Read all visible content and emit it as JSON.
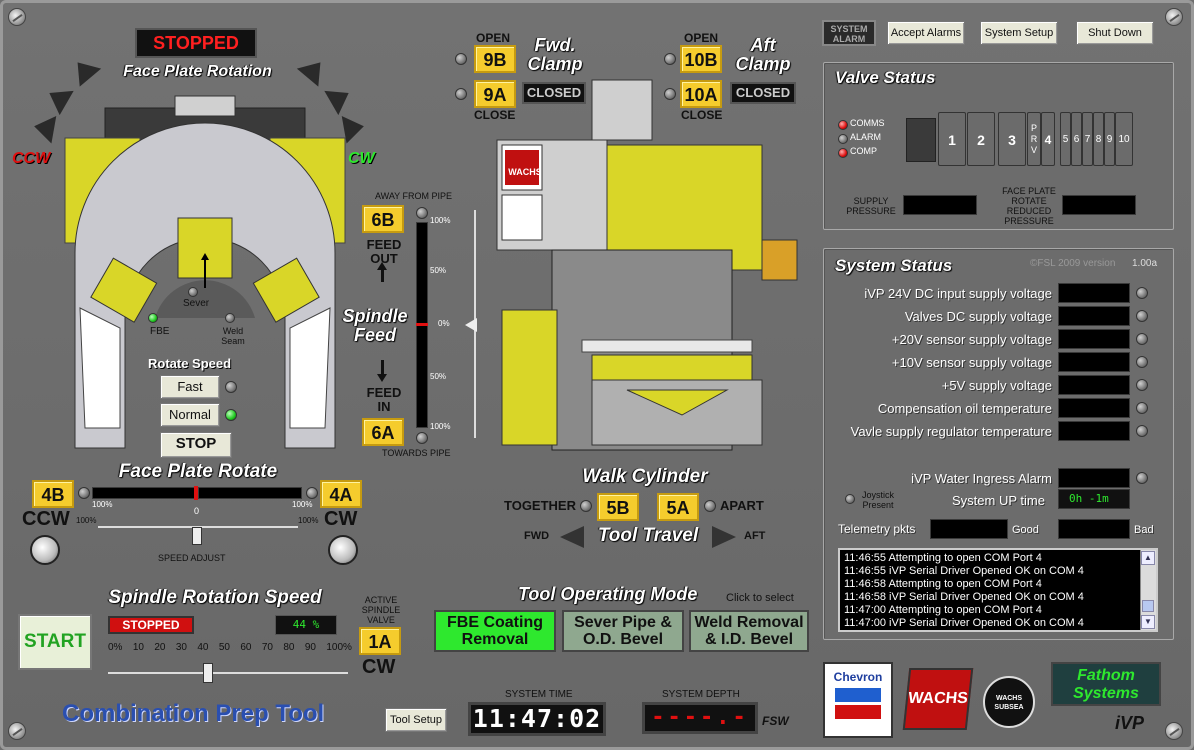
{
  "colors": {
    "accent_yellow": "#f5cc2d",
    "status_red": "#e01010",
    "status_green": "#1fc81f",
    "panel_gray": "#6e6e6e"
  },
  "face_plate": {
    "status": "STOPPED",
    "title": "Face Plate Rotation",
    "ccw": "CCW",
    "cw": "CW",
    "sever": "Sever",
    "fbe": "FBE",
    "weld_seam": "Weld Seam",
    "rotate_speed_title": "Rotate Speed",
    "fast": "Fast",
    "normal": "Normal",
    "stop": "STOP",
    "rotate_title": "Face Plate Rotate",
    "btn_4b": "4B",
    "btn_4a": "4A",
    "ccw_big": "CCW",
    "cw_big": "CW",
    "pct_left": "100%",
    "pct_right": "100%",
    "zero": "0",
    "pct_left2": "100%",
    "pct_right2": "100%",
    "speed_adjust": "SPEED ADJUST"
  },
  "spindle_feed": {
    "away": "AWAY FROM PIPE",
    "towards": "TOWARDS PIPE",
    "btn_6b": "6B",
    "btn_6a": "6A",
    "feed_out": "FEED OUT",
    "feed_in": "FEED IN",
    "title": "Spindle Feed",
    "ticks": [
      "100%",
      "50%",
      "0%",
      "50%",
      "100%"
    ]
  },
  "clamps": {
    "open1": "OPEN",
    "close1": "CLOSE",
    "btn_9b": "9B",
    "btn_9a": "9A",
    "fwd_title": "Fwd. Clamp",
    "fwd_state": "CLOSED",
    "open2": "OPEN",
    "close2": "CLOSE",
    "btn_10b": "10B",
    "btn_10a": "10A",
    "aft_title": "Aft Clamp",
    "aft_state": "CLOSED"
  },
  "walk": {
    "title": "Walk Cylinder",
    "together": "TOGETHER",
    "apart": "APART",
    "btn_5b": "5B",
    "btn_5a": "5A",
    "fwd": "FWD",
    "aft": "AFT",
    "tool_travel": "Tool Travel"
  },
  "spindle_rotation": {
    "title": "Spindle Rotation Speed",
    "start": "START",
    "status": "STOPPED",
    "readout": "44 %",
    "scale": [
      "0%",
      "10",
      "20",
      "30",
      "40",
      "50",
      "60",
      "70",
      "80",
      "90",
      "100%"
    ],
    "active_valve_label": "ACTIVE SPINDLE VALVE",
    "btn_1a": "1A",
    "cw": "CW"
  },
  "mode": {
    "title": "Tool Operating Mode",
    "hint": "Click to select",
    "fbe": "FBE Coating Removal",
    "sever": "Sever Pipe & O.D. Bevel",
    "weld": "Weld Removal & I.D. Bevel"
  },
  "bottom": {
    "app_title": "Combination Prep Tool",
    "tool_setup": "Tool Setup",
    "system_time_label": "SYSTEM TIME",
    "system_time": "11:47:02",
    "system_depth_label": "SYSTEM DEPTH",
    "system_depth": "----.-",
    "fsw": "FSW",
    "ivp": "iVP",
    "fathom": "Fathom Systems",
    "chevron": "Chevron",
    "wachs": "WACHS",
    "subsea": "WACHS SUBSEA"
  },
  "top_buttons": {
    "system_alarm": "SYSTEM ALARM",
    "accept_alarms": "Accept Alarms",
    "system_setup": "System Setup",
    "shut_down": "Shut Down"
  },
  "valve_status": {
    "title": "Valve Status",
    "comms": "COMMS",
    "alarm": "ALARM",
    "comp": "COMP",
    "channels": [
      "1",
      "2",
      "3",
      "4",
      "5",
      "6",
      "7",
      "8",
      "9",
      "10"
    ],
    "prv": "PRV",
    "supply_pressure": "SUPPLY PRESSURE",
    "face_plate_pressure": "FACE PLATE ROTATE REDUCED PRESSURE"
  },
  "system_status": {
    "title": "System Status",
    "copyright": "©FSL 2009  version",
    "version": "1.00a",
    "rows": [
      "iVP 24V DC input supply voltage",
      "Valves DC supply voltage",
      "+20V sensor supply voltage",
      "+10V sensor supply voltage",
      "+5V supply voltage",
      "Compensation oil temperature",
      "Vavle supply regulator temperature"
    ],
    "water_ingress": "iVP Water Ingress Alarm",
    "joystick": "Joystick Present",
    "uptime_label": "System UP time",
    "uptime": "0h  -1m",
    "telemetry": "Telemetry pkts",
    "good": "Good",
    "bad": "Bad",
    "log": [
      "11:46:55  Attempting to open COM Port  4",
      "11:46:55  iVP Serial Driver Opened OK on COM 4",
      "11:46:58  Attempting to open COM Port  4",
      "11:46:58  iVP Serial Driver Opened OK on COM 4",
      "11:47:00  Attempting to open COM Port  4",
      "11:47:00  iVP Serial Driver Opened OK on COM 4"
    ]
  }
}
